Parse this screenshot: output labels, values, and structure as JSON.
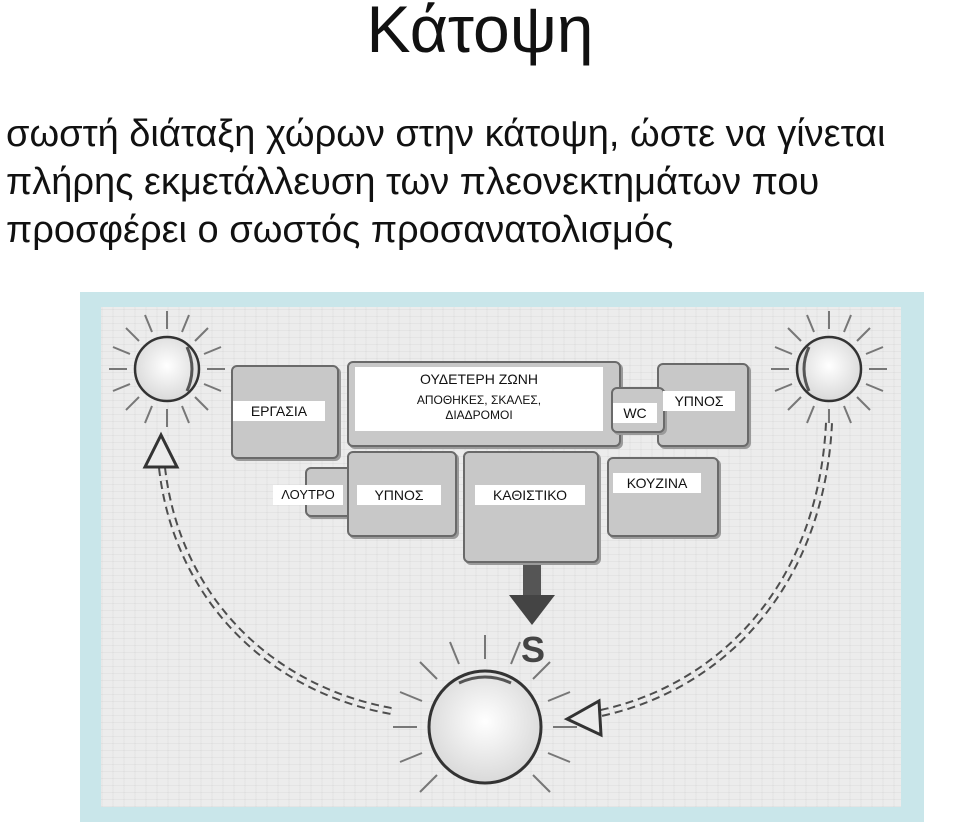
{
  "title": "Κάτοψη",
  "subtitle": {
    "line1": "σωστή διάταξη χώρων στην κάτοψη, ώστε να γίνεται",
    "line2": "πλήρης εκμετάλλευση των πλεονεκτημάτων που",
    "line3": "προσφέρει ο σωστός προσανατολισμός"
  },
  "plan": {
    "rooms": {
      "ergasia": "ΕΡΓΑΣΙΑ",
      "neutral_zone_title": "ΟΥΔΕΤΕΡΗ ΖΩΝΗ",
      "neutral_zone_line1": "ΑΠΟΘΗΚΕΣ, ΣΚΑΛΕΣ,",
      "neutral_zone_line2": "ΔΙΑΔΡΟΜΟΙ",
      "wc": "WC",
      "ypnos_right": "ΥΠΝΟΣ",
      "loutro": "ΛΟΥΤΡΟ",
      "ypnos_bottom": "ΥΠΝΟΣ",
      "kathistiko": "ΚΑΘΙΣΤΙΚΟ",
      "kouzina": "ΚΟΥΖΙΝΑ"
    },
    "south_marker": "S"
  },
  "colors": {
    "frame": "#c9e6ea",
    "room_fill": "#c8c8c8",
    "arrow": "#444444"
  }
}
